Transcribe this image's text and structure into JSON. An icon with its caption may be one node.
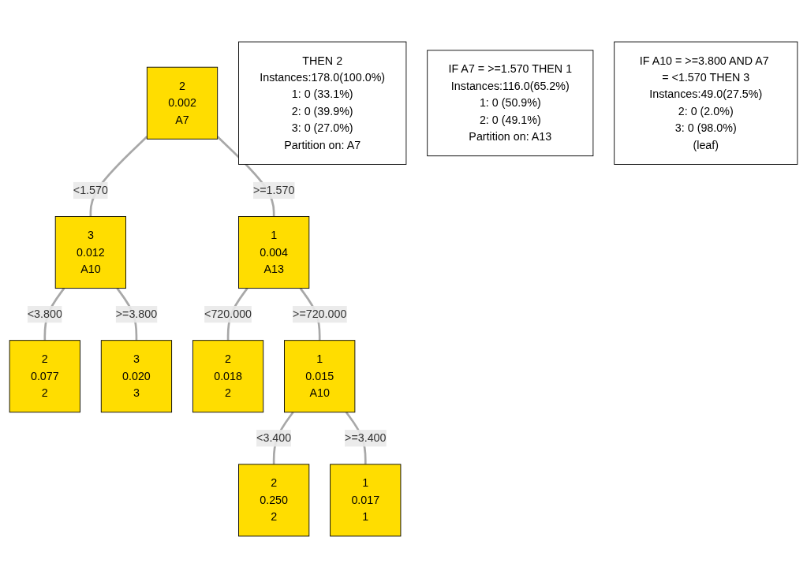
{
  "diagram": {
    "nodes": [
      {
        "text": [
          "2",
          "0.002",
          "A7"
        ]
      },
      {
        "text": [
          "3",
          "0.012",
          "A10"
        ]
      },
      {
        "text": [
          "1",
          "0.004",
          "A13"
        ]
      },
      {
        "text": [
          "2",
          "0.077",
          "2"
        ]
      },
      {
        "text": [
          "3",
          "0.020",
          "3"
        ]
      },
      {
        "text": [
          "2",
          "0.018",
          "2"
        ]
      },
      {
        "text": [
          "1",
          "0.015",
          "A10"
        ]
      },
      {
        "text": [
          "2",
          "0.250",
          "2"
        ]
      },
      {
        "text": [
          "1",
          "0.017",
          "1"
        ]
      },
      {
        "text": [
          "THEN 2",
          "Instances:178.0(100.0%)",
          "1: 0 (33.1%)",
          "2: 0 (39.9%)",
          "3: 0 (27.0%)",
          "Partition on: A7"
        ]
      },
      {
        "text": [
          "IF A7 = >=1.570 THEN 1",
          "Instances:116.0(65.2%)",
          "1: 0 (50.9%)",
          "2: 0 (49.1%)",
          "Partition on: A13"
        ]
      },
      {
        "text": [
          "IF A10 = >=3.800 AND A7 = <1.570 THEN 3",
          "Instances:49.0(27.5%)",
          "2: 0 (2.0%)",
          "3: 0 (98.0%)",
          "(leaf)"
        ]
      }
    ],
    "edges": [
      {
        "from": 0,
        "to": 1,
        "arrow": "none",
        "label": "<1.570"
      },
      {
        "from": 0,
        "to": 2,
        "arrow": "none",
        "label": ">=1.570"
      },
      {
        "from": 1,
        "to": 3,
        "arrow": "none",
        "label": "<3.800"
      },
      {
        "from": 1,
        "to": 4,
        "arrow": "none",
        "label": ">=3.800"
      },
      {
        "from": 2,
        "to": 5,
        "arrow": "none",
        "label": "<720.000"
      },
      {
        "from": 2,
        "to": 6,
        "arrow": "none",
        "label": ">=720.000"
      },
      {
        "from": 6,
        "to": 7,
        "arrow": "none",
        "label": "<3.400"
      },
      {
        "from": 6,
        "to": 8,
        "arrow": "none",
        "label": ">=3.400"
      }
    ]
  }
}
